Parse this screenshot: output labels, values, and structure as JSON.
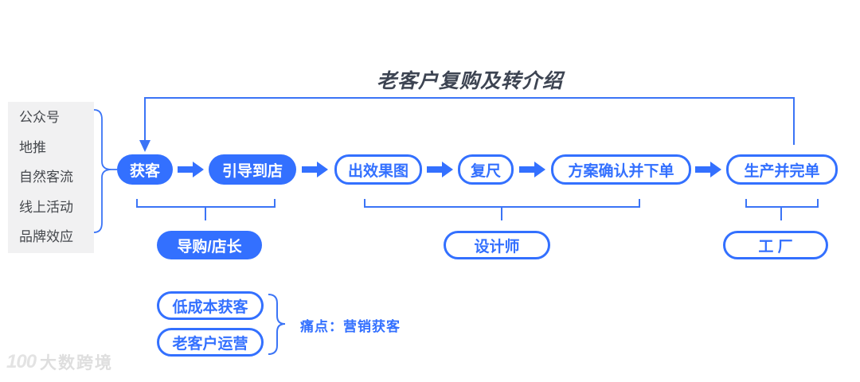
{
  "title": "老客户复购及转介绍",
  "colors": {
    "accent_blue": "#3370ff",
    "title_text": "#3d4452",
    "sidebar_bg": "#f1f1f2",
    "sidebar_text": "#45484d",
    "watermark_gray": "#dedede"
  },
  "sources": {
    "items": [
      "公众号",
      "地推",
      "自然客流",
      "线上活动",
      "品牌效应"
    ]
  },
  "flow": {
    "steps": [
      {
        "label": "获客",
        "style": "filled"
      },
      {
        "label": "引导到店",
        "style": "filled"
      },
      {
        "label": "出效果图",
        "style": "outline"
      },
      {
        "label": "复尺",
        "style": "outline"
      },
      {
        "label": "方案确认并下单",
        "style": "outline"
      },
      {
        "label": "生产并完单",
        "style": "outline"
      }
    ]
  },
  "roles": {
    "guide": {
      "label": "导购/店长",
      "style": "filled"
    },
    "designer": {
      "label": "设计师",
      "style": "outline"
    },
    "factory": {
      "label": "工 厂",
      "style": "outline"
    }
  },
  "pain": {
    "boxes": [
      "低成本获客",
      "老客户运营"
    ],
    "note": "痛点：营销获客"
  },
  "watermark": {
    "logo": "100",
    "label": "大数跨境"
  },
  "icons": {
    "flow_arrow": "solid right block arrow",
    "loop_arrow": "down arrowhead into first node"
  }
}
